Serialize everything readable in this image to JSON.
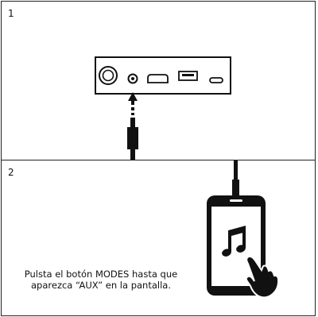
{
  "steps": [
    {
      "number": "1"
    },
    {
      "number": "2",
      "instruction": "Pulsta el botón MODES hasta que aparezca “AUX” en la pantalla."
    }
  ],
  "icons": {
    "device_ports": [
      "round-speaker-icon",
      "aux-jack-icon",
      "sd-card-slot-icon",
      "usb-a-port-icon",
      "usb-c-port-icon"
    ],
    "phone": "smartphone-icon",
    "music": "music-note-icon",
    "hand": "tap-hand-icon"
  },
  "colors": {
    "line": "#111111",
    "background": "#ffffff"
  }
}
